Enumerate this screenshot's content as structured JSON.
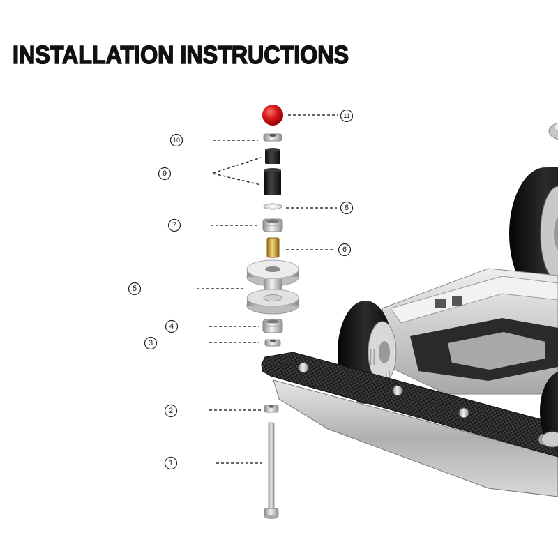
{
  "title": "INSTALLATION INSTRUCTIONS",
  "callouts": [
    "1",
    "2",
    "3",
    "4",
    "5",
    "6",
    "7",
    "8",
    "9",
    "10",
    "11"
  ],
  "colors": {
    "title": "#111111",
    "ball": "#d01010",
    "spacer": "#c9a040",
    "carbon": "#222222",
    "metal": "#c8c8c8",
    "tire": "#151515"
  }
}
